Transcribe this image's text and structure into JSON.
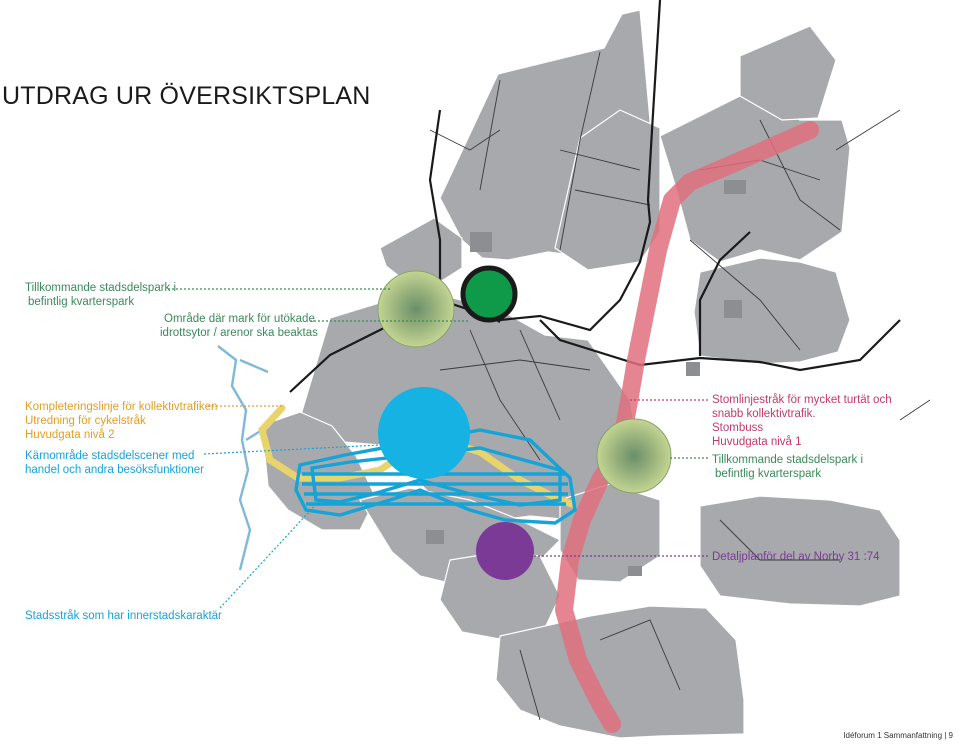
{
  "title": "UTDRAG UR ÖVERSIKTSPLAN",
  "legend_left": {
    "park_1": "Tillkommande stadsdelspark i",
    "park_2": "befintlig kvarterspark",
    "sport_1": "Område där mark för utökade",
    "sport_2": "idrottsytor / arenor ska beaktas",
    "transit": "Kompleteringslinje för kollektivtrafiken",
    "cycle": "Utredning för cykelstråk",
    "road2": "Huvudgata nivå 2",
    "core_1": "Kärnområde stadsdelscener med",
    "core_2": "handel  och  andra besöksfunktioner",
    "street": "Stadsstråk som har innerstadskaraktär"
  },
  "legend_right": {
    "trunk_1": "Stomlinjestråk för mycket turtät och",
    "trunk_2": "snabb kollektivtrafik.",
    "bus": "Stombuss",
    "road1": "Huvudgata nivå 1",
    "park_1": "Tillkommande stadsdelspark i",
    "park_2": "befintlig kvarterspark",
    "detail": "Detaljplanför del av Norby 31 :74"
  },
  "footer": "Idéforum 1 Sammanfattning | 9",
  "colors": {
    "block": "#a7a9ac",
    "trunk_line": "#e0707e",
    "cycle": "#e8d46a",
    "street": "#14a4d8",
    "core": "#17b2e4",
    "park": "#b9cf8a",
    "park_center": "#6a8f6a",
    "sport": "#0f9a4a",
    "detail": "#7b3a96",
    "road": "#1a1a1a",
    "water": "#7fb8d8",
    "transit_label": "#e0a020",
    "pink_label": "#c23a6a"
  }
}
